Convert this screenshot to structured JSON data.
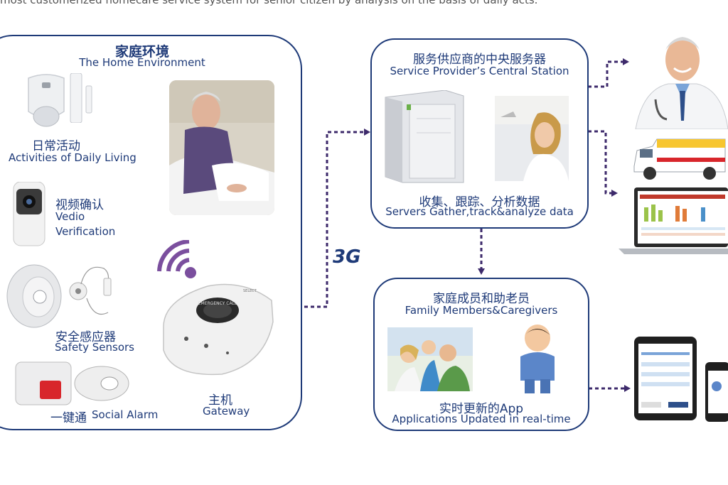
{
  "top_text": "most customerized homecare service system for senior citizen by analysis on the basis of daily acts.",
  "home": {
    "title_cn": "家庭环境",
    "title_en": "The Home Environment",
    "adl_cn": "日常活动",
    "adl_en": "Activities of Daily Living",
    "video_cn": "视频确认",
    "video_en1": "Vedio",
    "video_en2": "Verification",
    "safety_cn": "安全感应器",
    "safety_en": "Safety Sensors",
    "alarm_cn": "一键通",
    "alarm_en": "Social Alarm",
    "gateway_cn": "主机",
    "gateway_en": "Gateway",
    "gateway_ring_text": "EMERGENCY CALL",
    "gateway_small_text": "SELECT"
  },
  "link_label": "3G",
  "central": {
    "title_cn": "服务供应商的中央服务器",
    "title_en": "Service Provider’s Central Station",
    "gather_cn": "收集、跟踪、分析数据",
    "gather_en": "Servers Gather,track&analyze data"
  },
  "family": {
    "title_cn": "家庭成员和助老员",
    "title_en": "Family Members&Caregivers",
    "app_cn": "实时更新的App",
    "app_en": "Applications Updated in real-time"
  },
  "colors": {
    "outline": "#1e3a78",
    "arrow": "#3d2a6b",
    "wifi": "#7b4f9e"
  },
  "icons": [
    "motion-sensor-icon",
    "door-contact-icon",
    "camera-icon",
    "smoke-detector-icon",
    "alarm-button-icon",
    "gateway-device-icon",
    "wifi-icon",
    "server-icon",
    "operator-photo",
    "doctor-photo",
    "ambulance-photo",
    "laptop-icon",
    "family-photo",
    "caregiver-figure",
    "tablet-icon",
    "phone-icon",
    "elderly-man-photo"
  ]
}
